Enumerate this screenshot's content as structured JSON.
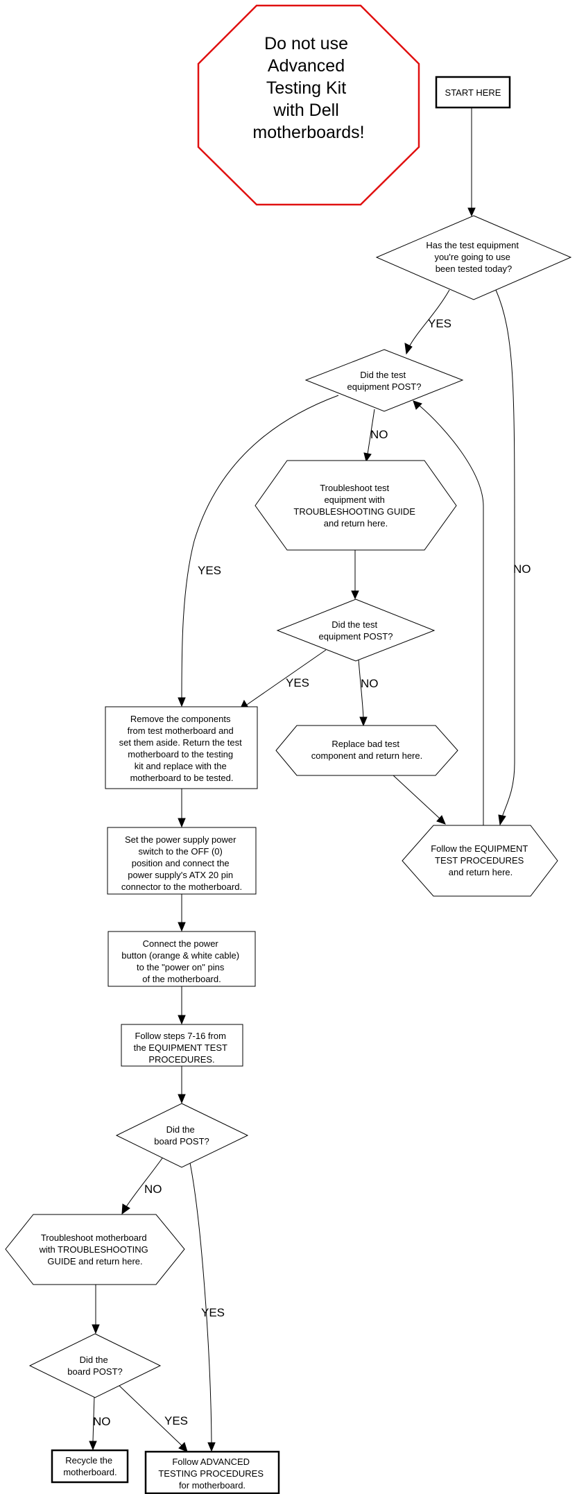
{
  "warning": {
    "lines": [
      "Do not use",
      "Advanced",
      "Testing Kit",
      "with Dell",
      "motherboards!"
    ],
    "color": "#e01010"
  },
  "nodes": {
    "start": {
      "lines": [
        "START HERE"
      ]
    },
    "q_tested": {
      "lines": [
        "Has the test equipment",
        "you're going to use",
        "been tested today?"
      ]
    },
    "q_post1": {
      "lines": [
        "Did the test",
        "equipment POST?"
      ]
    },
    "troubleshoot_eq": {
      "lines": [
        "Troubleshoot test",
        "equipment with",
        "TROUBLESHOOTING GUIDE",
        "and return here."
      ]
    },
    "q_post2": {
      "lines": [
        "Did the test",
        "equipment POST?"
      ]
    },
    "replace_bad": {
      "lines": [
        "Replace bad test",
        "component and return here."
      ]
    },
    "follow_eq": {
      "lines": [
        "Follow the EQUIPMENT",
        "TEST PROCEDURES",
        "and return here."
      ]
    },
    "remove": {
      "lines": [
        "Remove the components",
        "from test motherboard and",
        "set them aside. Return the test",
        "motherboard to the testing",
        "kit and replace with the",
        "motherboard to be tested."
      ]
    },
    "set_power": {
      "lines": [
        "Set the power supply power",
        "switch to the OFF (0)",
        "position and connect the",
        "power supply's ATX 20 pin",
        "connector to the motherboard."
      ]
    },
    "connect_btn": {
      "lines": [
        "Connect the power",
        "button (orange & white cable)",
        "to the \"power on\" pins",
        "of the motherboard."
      ]
    },
    "follow_steps": {
      "lines": [
        "Follow steps 7-16 from",
        "the EQUIPMENT TEST",
        "PROCEDURES."
      ]
    },
    "q_board1": {
      "lines": [
        "Did the",
        "board POST?"
      ]
    },
    "troubleshoot_mb": {
      "lines": [
        "Troubleshoot motherboard",
        "with TROUBLESHOOTING",
        "GUIDE and return here."
      ]
    },
    "q_board2": {
      "lines": [
        "Did the",
        "board POST?"
      ]
    },
    "recycle": {
      "lines": [
        "Recycle the",
        "motherboard."
      ]
    },
    "advanced": {
      "lines": [
        "Follow ADVANCED",
        "TESTING PROCEDURES",
        "for motherboard."
      ]
    }
  },
  "edge_labels": {
    "yes": "YES",
    "no": "NO"
  }
}
